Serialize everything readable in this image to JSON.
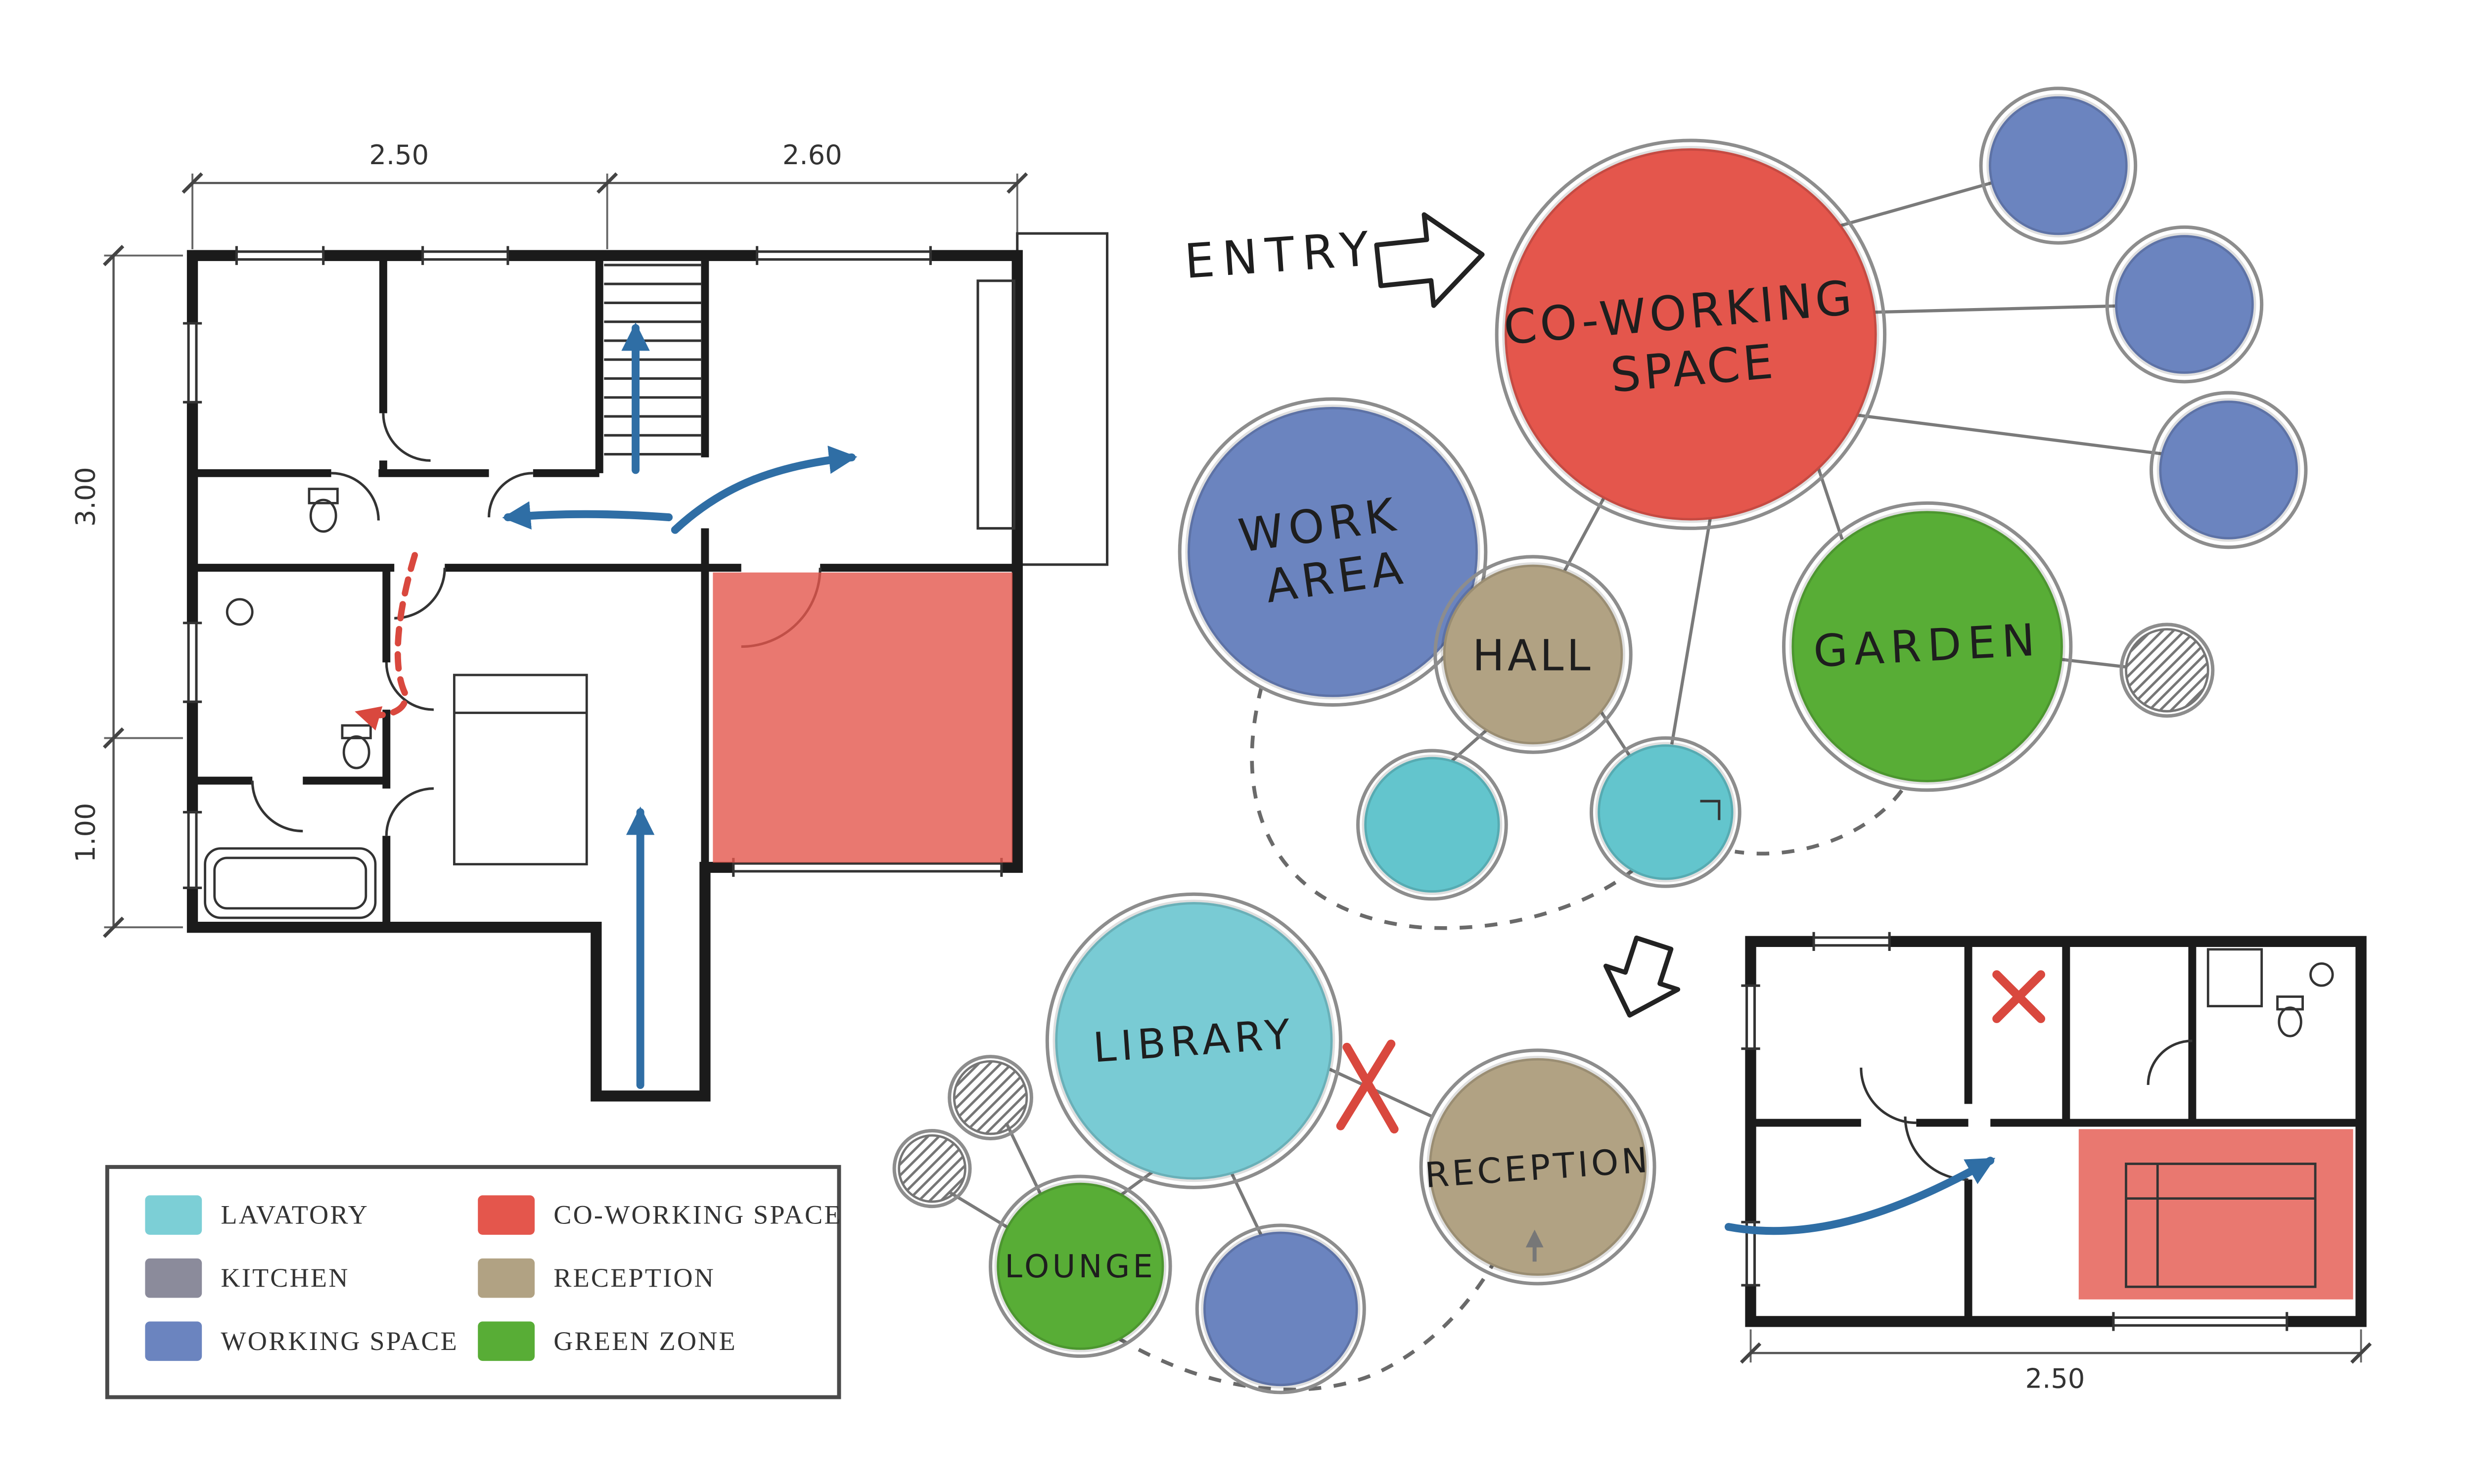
{
  "entry": {
    "label": "ENTRY"
  },
  "bubbles": {
    "coworking": {
      "line1": "CO-WORKING",
      "line2": "SPACE"
    },
    "work_area": {
      "line1": "WORK",
      "line2": "AREA"
    },
    "hall": {
      "label": "HALL"
    },
    "garden": {
      "label": "GARDEN"
    },
    "library": {
      "label": "LIBRARY"
    },
    "lounge": {
      "label": "LOUNGE"
    },
    "reception": {
      "label": "RECEPTION"
    }
  },
  "dimensions": {
    "main_top_left": "2.50",
    "main_top_right": "2.60",
    "main_side_upper": "3.00",
    "main_side_lower": "1.00",
    "small_plan_bottom": "2.50"
  },
  "colors": {
    "coworking_red": "#e4564c",
    "working_blue": "#6b84bf",
    "lavatory_teal": "#63c5cd",
    "reception_tan": "#b1a283",
    "green_zone": "#58ad36",
    "kitchen_gray": "#8b8b9b",
    "library_teal": "#79cbd4",
    "flow_arrow_blue": "#2f6ea5",
    "alert_red": "#d9483e"
  },
  "legend": {
    "items": [
      {
        "label": "LAVATORY",
        "color": "#7ccfd6"
      },
      {
        "label": "KITCHEN",
        "color": "#8b8b9b"
      },
      {
        "label": "WORKING SPACE",
        "color": "#6b84bf"
      },
      {
        "label": "CO-WORKING SPACE",
        "color": "#e4564c"
      },
      {
        "label": "RECEPTION",
        "color": "#b1a283"
      },
      {
        "label": "GREEN ZONE",
        "color": "#58ad36"
      }
    ]
  }
}
